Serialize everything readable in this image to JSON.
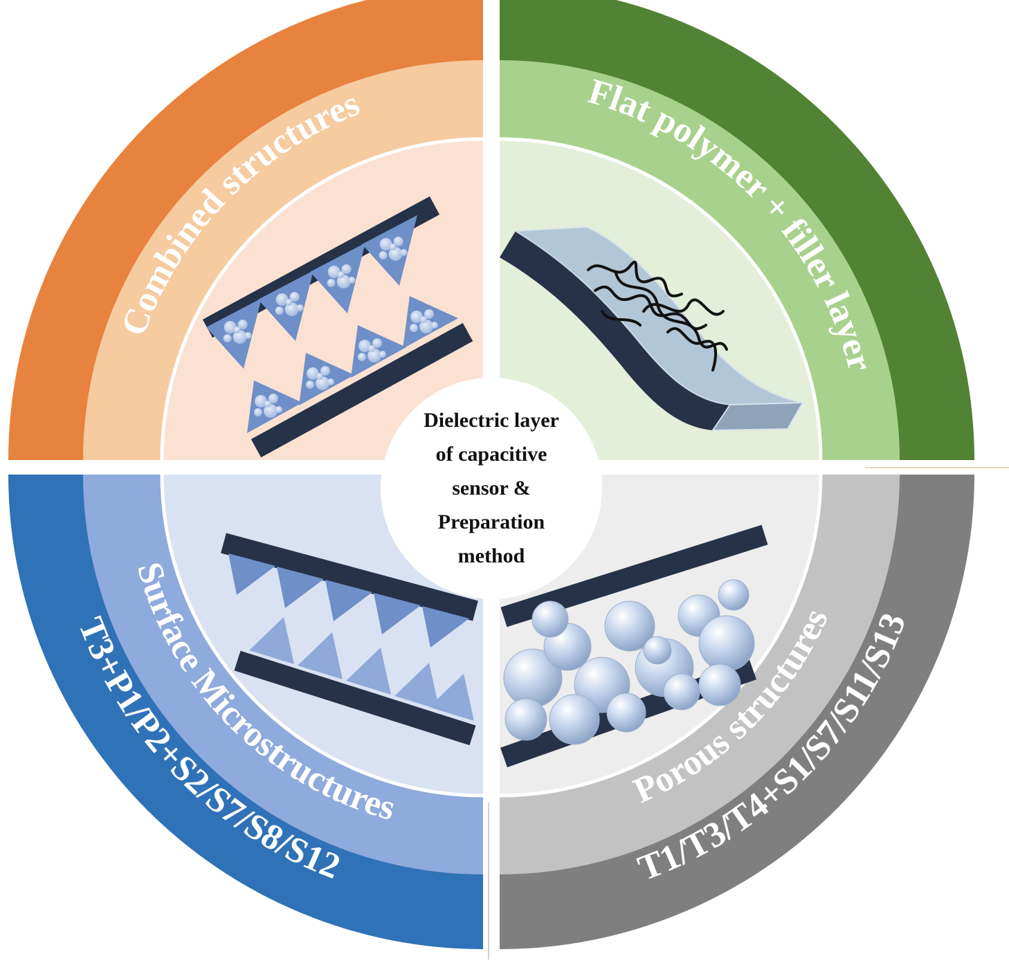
{
  "center": {
    "lines": [
      "Dielectric layer",
      "of  capacitive",
      "sensor &",
      "Preparation",
      "method"
    ]
  },
  "quadrants": {
    "top_left": {
      "inner_label": "Combined   structures",
      "outer_label": "",
      "colors": {
        "outer": "#E8823F",
        "middle": "#F6CBA0",
        "inner": "#FBE1D2"
      }
    },
    "top_right": {
      "inner_label": "Flat  polymer + filler  layer",
      "outer_label": "",
      "colors": {
        "outer": "#528234",
        "middle": "#A8D18D",
        "inner": "#E3EFD9"
      }
    },
    "bottom_left": {
      "inner_label": "Surface  Microstructures",
      "outer_label": "T3+P1/P2+S2/S7/S8/S12",
      "colors": {
        "outer": "#2F72B7",
        "middle": "#8FAADC",
        "inner": "#D9E2F2"
      }
    },
    "bottom_right": {
      "inner_label": "Porous   structures",
      "outer_label": "T1/T3/T4+S1/S7/S11/S13",
      "colors": {
        "outer": "#7F7F7F",
        "middle": "#C2C2C2",
        "inner": "#EDEDED"
      }
    }
  },
  "illustration_colors": {
    "electrode": "#253248",
    "pyramid": "#6E8FC8",
    "pyramid_light": "#8FA9D8",
    "bubble": "#BCCFE8",
    "film": "#9FB6CC"
  }
}
